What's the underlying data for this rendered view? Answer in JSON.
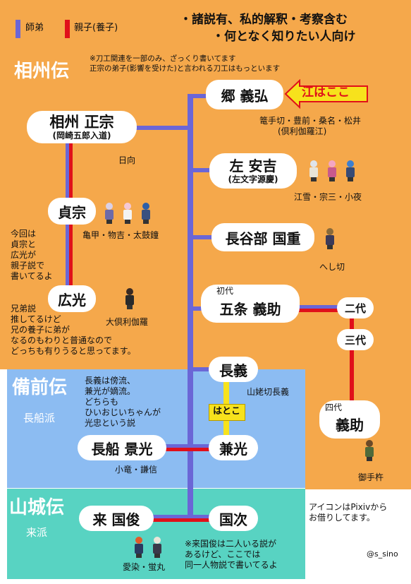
{
  "legend": {
    "teacher_label": "師弟",
    "parent_label": "親子(養子)"
  },
  "notes_top": [
    "・諸説有、私的解釈・考察含む",
    "・何となく知りたい人向け"
  ],
  "colors": {
    "orange": "#f5a84b",
    "blue": "#8cbcf2",
    "teal": "#58d3c2",
    "line_blue": "#6b66d6",
    "line_red": "#e0101a",
    "line_yellow": "#f7e21c"
  },
  "regions": {
    "soshu": {
      "title": "相州伝",
      "note1": "※刀工関連を一部のみ、ざっくり書いてます",
      "note2": "正宗の弟子(影響を受けた)と言われる刀工はもっといます"
    },
    "bizen": {
      "title": "備前伝",
      "school": "長船派"
    },
    "yamashiro": {
      "title": "山城伝",
      "school": "来派"
    }
  },
  "smiths": {
    "go": {
      "name": "郷 義弘",
      "swords": "篭手切・豊前・桑名・松井",
      "swords2": "(倶利伽羅江)"
    },
    "masamune": {
      "name": "相州 正宗",
      "alias": "(岡崎五郎入道)",
      "sword": "日向"
    },
    "sadamune": {
      "name": "貞宗",
      "swords": "亀甲・物吉・太鼓鐘"
    },
    "hiromitsu": {
      "name": "広光",
      "sword": "大倶利伽羅"
    },
    "yasuyoshi": {
      "name": "左 安吉",
      "alias": "(左文字源慶)",
      "swords": "江雪・宗三・小夜"
    },
    "kunishige": {
      "name": "長谷部 国重",
      "sword": "へし切"
    },
    "yoshisuke": {
      "gen": "初代",
      "name": "五条 義助",
      "gen2": "二代",
      "gen3": "三代",
      "gen4": "四代",
      "name4": "義助",
      "sword": "御手杵"
    },
    "chogi": {
      "name": "長義",
      "sword": "山姥切長義",
      "relation": "はとこ"
    },
    "kanemitsu": {
      "name": "兼光"
    },
    "kagemitsu": {
      "name": "長船 景光",
      "swords": "小竜・謙信"
    },
    "kunitoshi": {
      "name": "来 国俊",
      "swords": "愛染・蛍丸"
    },
    "kunitsugu": {
      "name": "国次"
    }
  },
  "callout": {
    "label": "江はここ"
  },
  "notes": {
    "sada_hiro": [
      "今回は",
      "貞宗と",
      "広光が",
      "親子説で",
      "書いてるよ"
    ],
    "brother": [
      "兄弟説",
      "推してるけど",
      "兄の養子に弟が",
      "なるのもわりと普通なので",
      "どっちも有りうると思ってます。"
    ],
    "chogi": [
      "長義は傍流、",
      "兼光が嫡流。",
      "どちらも",
      "ひいおじいちゃんが",
      "光忠という説"
    ],
    "kunitoshi": [
      "※来国俊は二人いる説が",
      "あるけど、ここでは",
      "同一人物説で書いてるよ"
    ],
    "icons": [
      "アイコンはPixivから",
      "お借りしてます。"
    ]
  },
  "credit": "@s_sino"
}
